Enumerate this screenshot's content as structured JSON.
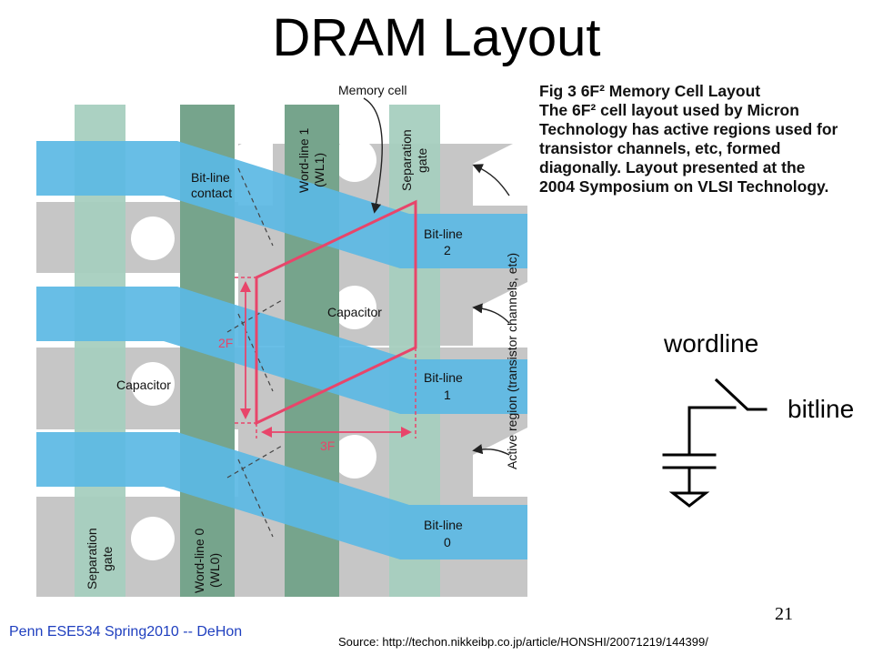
{
  "slide": {
    "title": "DRAM Layout",
    "footer_course": "Penn ESE534 Spring2010 -- DeHon",
    "footer_source": "Source: http://techon.nikkeibp.co.jp/article/HONSHI/20071219/144399/",
    "page_number": "21"
  },
  "figure": {
    "caption_title": "Fig 3   6F² Memory Cell Layout",
    "caption_body": "The 6F² cell layout used by Micron Technology has active regions used for transistor channels, etc, formed diagonally. Layout presented at the 2004 Symposium on VLSI Technology.",
    "labels": {
      "memory_cell": "Memory cell",
      "bitline_contact": [
        "Bit-line",
        "contact"
      ],
      "wordline1": [
        "Word-line 1",
        "(WL1)"
      ],
      "separation_gate_top": [
        "Separation",
        "gate"
      ],
      "bitline2": [
        "Bit-line",
        "2"
      ],
      "capacitor_right": "Capacitor",
      "capacitor_left": "Capacitor",
      "dim_2f": "2F",
      "bitline1": [
        "Bit-line",
        "1"
      ],
      "dim_3f": "3F",
      "active_region": "Active region (transistor channels, etc)",
      "separation_gate_bottom": [
        "Separation",
        "gate"
      ],
      "wordline0": [
        "Word-line 0",
        "(WL0)"
      ],
      "bitline0": [
        "Bit-line",
        "0"
      ]
    }
  },
  "schematic": {
    "wordline_label": "wordline",
    "bitline_label": "bitline"
  },
  "colors": {
    "bitline_blue": "#5bb8e4",
    "separation_green": "#a6cfbf",
    "wordline_green": "#76a48c",
    "active_gray": "#c6c6c6",
    "cell_outline": "#e8456a"
  }
}
